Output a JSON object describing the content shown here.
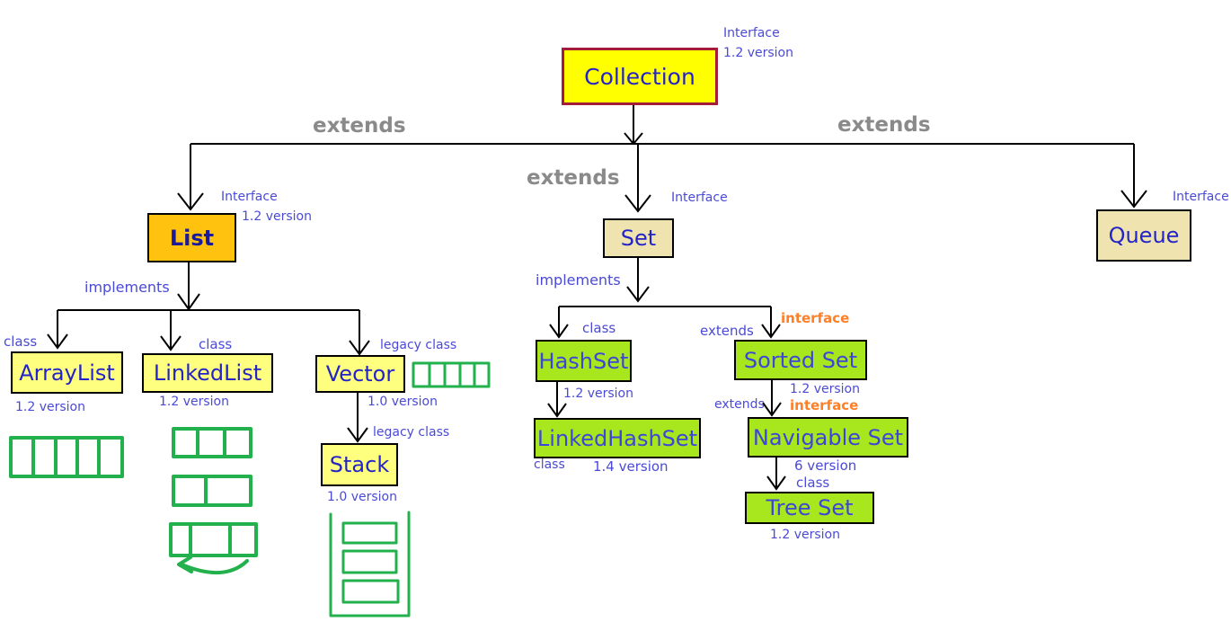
{
  "nodes": {
    "collection": "Collection",
    "list": "List",
    "set": "Set",
    "queue": "Queue",
    "arraylist": "ArrayList",
    "linkedlist": "LinkedList",
    "vector": "Vector",
    "stack": "Stack",
    "hashset": "HashSet",
    "linkedhashset": "LinkedHashSet",
    "sortedset": "Sorted Set",
    "navigableset": "Navigable Set",
    "treeset": "Tree Set"
  },
  "labels": {
    "collection_type": "Interface",
    "collection_version": "1.2 version",
    "list_type": "Interface",
    "list_version": "1.2 version",
    "set_type": "Interface",
    "queue_type": "Interface",
    "extends_list": "extends",
    "extends_set": "extends",
    "extends_queue": "extends",
    "list_implements": "implements",
    "set_implements": "implements",
    "arraylist_type": "class",
    "arraylist_version": "1.2 version",
    "linkedlist_type": "class",
    "linkedlist_version": "1.2 version",
    "vector_type": "legacy class",
    "vector_version": "1.0 version",
    "stack_type": "legacy class",
    "stack_version": "1.0 version",
    "hashset_type": "class",
    "hashset_version": "1.2 version",
    "linkedhashset_type": "class",
    "linkedhashset_version": "1.4 version",
    "sortedset_rel": "extends",
    "sortedset_type": "interface",
    "sortedset_version": "1.2 version",
    "navigableset_rel": "extends",
    "navigableset_type": "interface",
    "navigableset_version": "6 version",
    "treeset_type": "class",
    "treeset_version": "1.2 version"
  },
  "colors": {
    "node_text": "#2323c8",
    "note_text": "#4a4ad6",
    "relation_text": "#8a8a8a",
    "highlight_text": "#ff7f27",
    "sketch_green": "#22b14c",
    "yellow_box": "#ffff7f",
    "collection_box": "#ffff00",
    "collection_border": "#a31d3a",
    "list_box": "#ffc20e",
    "interface_box": "#efe4b0",
    "set_class_box": "#a8e61d"
  }
}
